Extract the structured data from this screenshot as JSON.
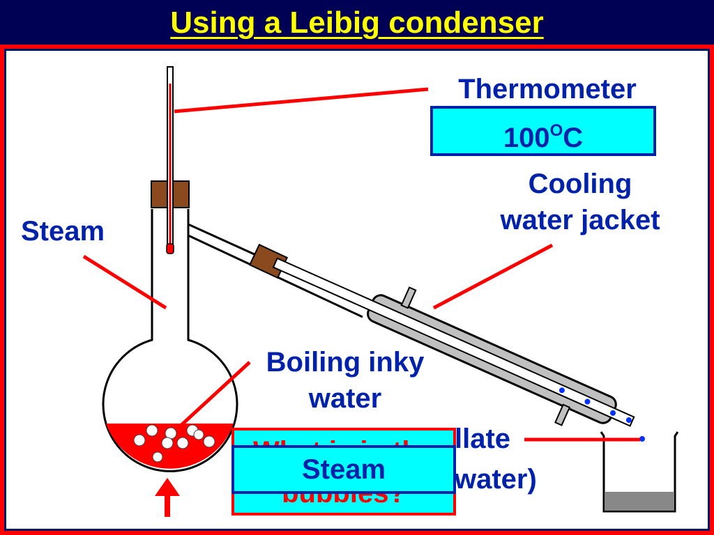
{
  "slide": {
    "title": "Using a Leibig condenser",
    "labels": {
      "thermometer": "Thermometer",
      "temperature_value": "100",
      "temperature_sup": "O",
      "temperature_unit": "C",
      "cooling_jacket": "Cooling\nwater jacket",
      "steam": "Steam",
      "boiling": "Boiling inky\nwater",
      "distillate_partial_1": "llate",
      "distillate_partial_2": "water)",
      "question_partial_1": "What is in the",
      "question_partial_2": "bubbles?",
      "answer": "Steam"
    },
    "colors": {
      "background": "#000055",
      "title": "#ffff00",
      "frame_border": "#ff0000",
      "label_text": "#0022aa",
      "box_fill": "#00ffff",
      "inky_water": "#ff0000",
      "pointer_lines": "#ff0000"
    }
  }
}
